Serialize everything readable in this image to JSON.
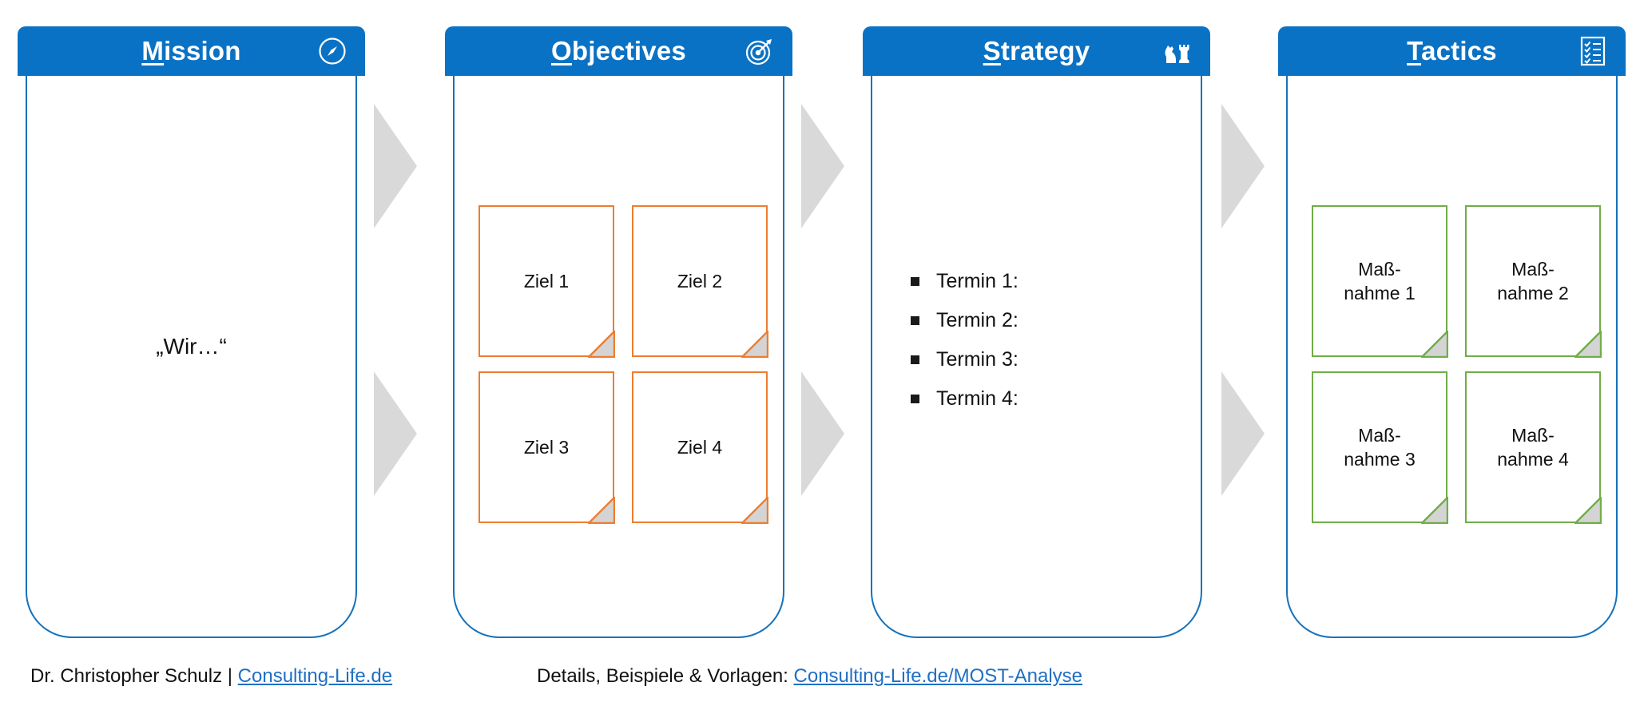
{
  "slide": {
    "accent_blue": "#0A72C4",
    "panel_border_blue": "#1672BA",
    "note_orange": "#ED7D31",
    "note_green": "#70AD47",
    "arrow_gray": "#D9D9D9",
    "link_blue": "#1F6FC4"
  },
  "columns": [
    {
      "id": "mission",
      "title_prefix": "",
      "title_mnemonic": "M",
      "title_suffix": "ission",
      "icon": "compass-icon",
      "mission_text": "„Wir…“"
    },
    {
      "id": "objectives",
      "title_prefix": "",
      "title_mnemonic": "O",
      "title_suffix": "bjectives",
      "icon": "target-arrow-icon",
      "notes": [
        {
          "label": "Ziel 1"
        },
        {
          "label": "Ziel 2"
        },
        {
          "label": "Ziel 3"
        },
        {
          "label": "Ziel 4"
        }
      ]
    },
    {
      "id": "strategy",
      "title_prefix": "",
      "title_mnemonic": "S",
      "title_suffix": "trategy",
      "icon": "chess-pieces-icon",
      "bullets": [
        {
          "label": "Termin 1:"
        },
        {
          "label": "Termin 2:"
        },
        {
          "label": "Termin 3:"
        },
        {
          "label": "Termin 4:"
        }
      ]
    },
    {
      "id": "tactics",
      "title_prefix": "",
      "title_mnemonic": "T",
      "title_suffix": "actics",
      "icon": "checklist-icon",
      "notes": [
        {
          "line1": "Maß-",
          "line2": "nahme 1"
        },
        {
          "line1": "Maß-",
          "line2": "nahme 2"
        },
        {
          "line1": "Maß-",
          "line2": "nahme 3"
        },
        {
          "line1": "Maß-",
          "line2": "nahme 4"
        }
      ]
    }
  ],
  "footer": {
    "left_author": "Dr. Christopher Schulz | ",
    "left_link": "Consulting-Life.de",
    "center_label": "Details, Beispiele & Vorlagen: ",
    "center_link": "Consulting-Life.de/MOST-Analyse"
  }
}
